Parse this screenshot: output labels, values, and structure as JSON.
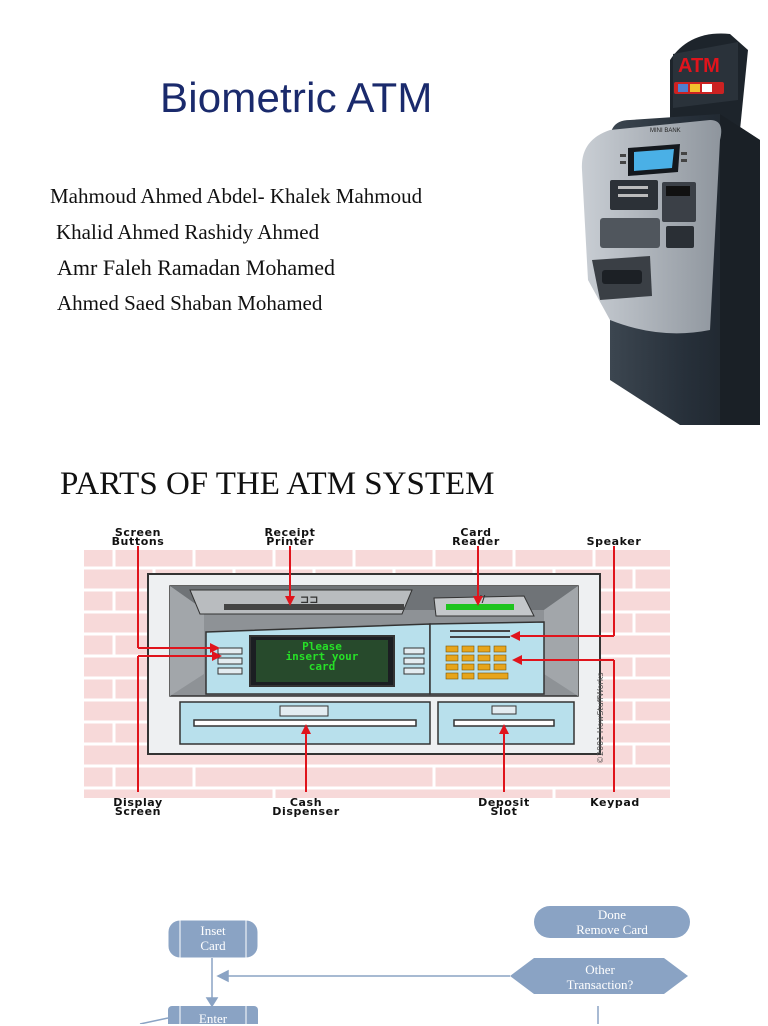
{
  "title": "Biometric ATM",
  "authors": [
    "Mahmoud Ahmed Abdel- Khalek Mahmoud",
    "Khalid Ahmed Rashidy Ahmed",
    "Amr Faleh Ramadan Mohamed",
    "Ahmed Saed Shaban Mohamed"
  ],
  "kiosk": {
    "sign": "ATM",
    "brand": "MINI BANK"
  },
  "parts": {
    "heading": "PARTS OF THE ATM SYSTEM",
    "labels": {
      "screen_buttons": [
        "Screen",
        "Buttons"
      ],
      "receipt_printer": [
        "Receipt",
        "Printer"
      ],
      "card_reader": [
        "Card",
        "Reader"
      ],
      "speaker": [
        "Speaker"
      ],
      "display_screen": [
        "Display",
        "Screen"
      ],
      "cash_dispenser": [
        "Cash",
        "Dispenser"
      ],
      "deposit_slot": [
        "Deposit",
        "Slot"
      ],
      "keypad": [
        "Keypad"
      ]
    },
    "screen_text": [
      "Please",
      "insert your",
      "card"
    ],
    "copyright": "©2001 HowStuffWorks"
  },
  "flowchart": {
    "inset_card": [
      "Inset",
      "Card"
    ],
    "done_remove": [
      "Done",
      "Remove Card"
    ],
    "other_transaction": [
      "Other",
      "Transaction?"
    ],
    "enter": [
      "Enter"
    ]
  },
  "colors": {
    "title": "#1a2a6c",
    "flow_node": "#8aa3c4",
    "arrow_red": "#e0141c"
  }
}
